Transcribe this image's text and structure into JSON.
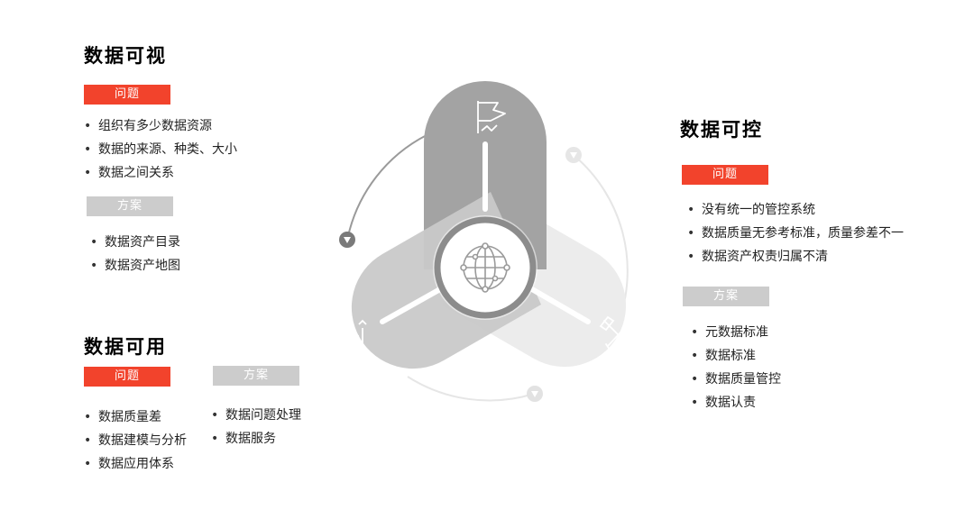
{
  "sections": {
    "visible": {
      "title": "数据可视",
      "problem_label": "问题",
      "problems": [
        "组织有多少数据资源",
        "数据的来源、种类、大小",
        "数据之间关系"
      ],
      "solution_label": "方案",
      "solutions": [
        "数据资产目录",
        "数据资产地图"
      ]
    },
    "usable": {
      "title": "数据可用",
      "problem_label": "问题",
      "problems": [
        "数据质量差",
        "数据建模与分析",
        "数据应用体系"
      ],
      "solution_label": "方案",
      "solutions": [
        "数据问题处理",
        "数据服务"
      ]
    },
    "controllable": {
      "title": "数据可控",
      "problem_label": "问题",
      "problems": [
        "没有统一的管控系统",
        "数据质量无参考标准，质量参差不一",
        "数据资产权责归属不清"
      ],
      "solution_label": "方案",
      "solutions": [
        "元数据标准",
        "数据标准",
        "数据质量管控",
        "数据认责"
      ]
    }
  },
  "colors": {
    "accent_red": "#f2432c",
    "tag_grey": "#cccccc",
    "petal_dark": "#a3a3a3",
    "petal_mid": "#c9c9c9",
    "petal_light": "#ececec",
    "hub_ring": "#8c8c8c"
  },
  "icons": {
    "top": "flag-icon",
    "left": "chart-growth-icon",
    "right": "tools-icon",
    "center": "globe-network-icon"
  }
}
